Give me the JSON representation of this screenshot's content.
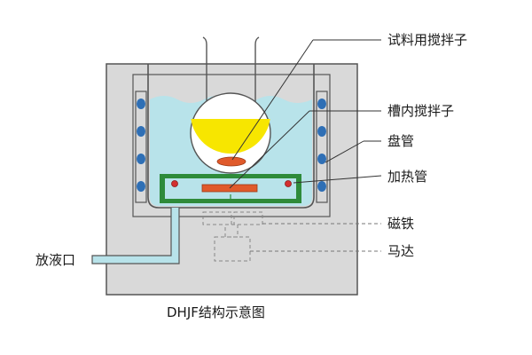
{
  "diagram": {
    "caption": "DHJF结构示意图",
    "labels": {
      "stirrer": "试料用搅拌子",
      "tank_stirrer": "槽内搅拌子",
      "coil": "盘管",
      "heating_tube": "加热管",
      "magnet": "磁铁",
      "motor": "马达",
      "drain": "放液口"
    }
  },
  "colors": {
    "housing": "#d9d9d9",
    "liquid": "#b8e3ea",
    "sample_fluid": "#f7e600",
    "stir_bar": "#e05a2b",
    "heater_frame": "#2e8b3a",
    "heater_plate": "#b8e3ea",
    "coil_dot": "#2f6fb5",
    "heater_dot": "#d32f2f",
    "outline": "#555555",
    "leader": "#333333"
  }
}
